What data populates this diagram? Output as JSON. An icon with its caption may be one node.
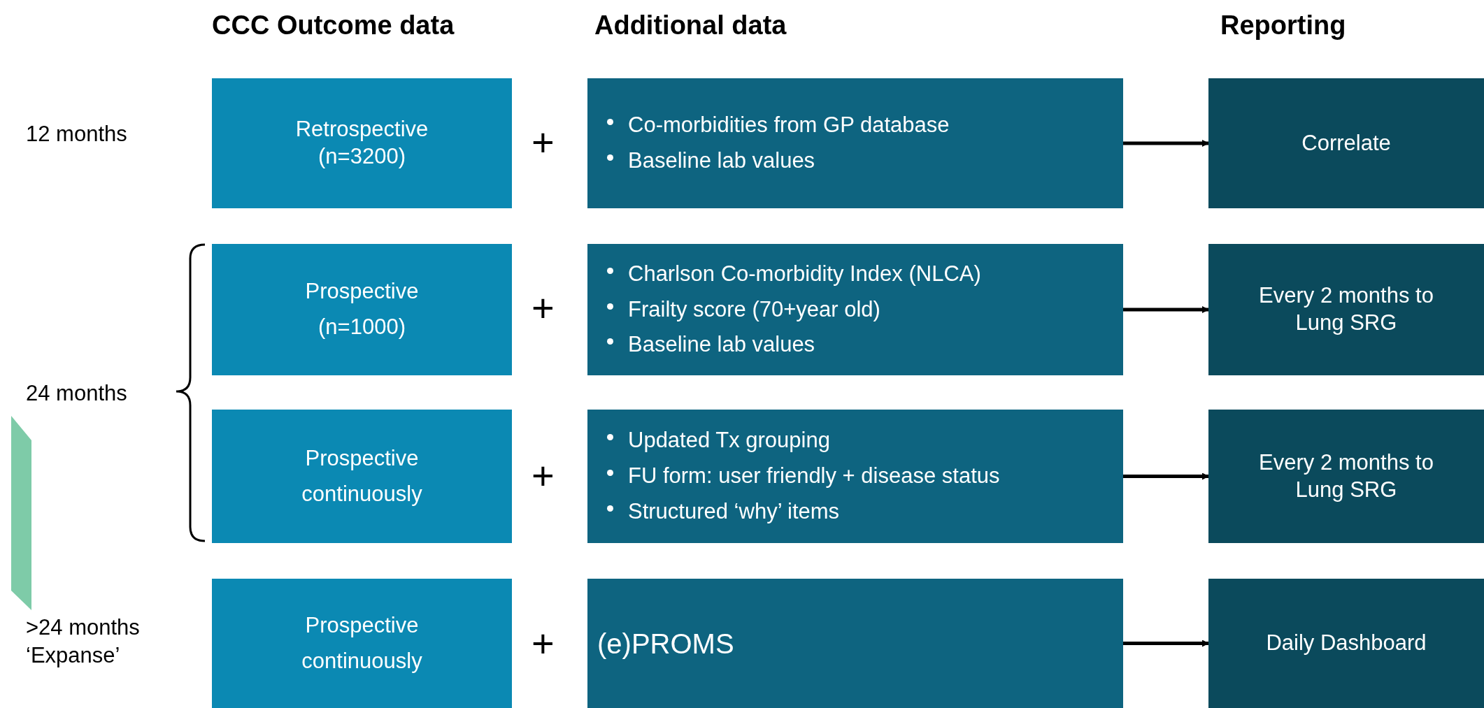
{
  "diagram": {
    "nodes": [
      {
        "text": [
          "Retrospective (n=3200)"
        ]
      },
      {
        "text": [
          "Co-morbidities from GP database",
          "Baseline lab values"
        ]
      },
      {
        "text": [
          "Correlate"
        ]
      },
      {
        "text": [
          "Prospective",
          "(n=1000)"
        ]
      },
      {
        "text": [
          "Charlson Co-morbidity Index (NLCA)",
          "Frailty score (70+year old)",
          "Baseline lab values"
        ]
      },
      {
        "text": [
          "Every 2 months to Lung SRG"
        ]
      },
      {
        "text": [
          "Prospective",
          "continuously"
        ]
      },
      {
        "text": [
          "Updated Tx grouping",
          "FU form: user friendly + disease status",
          "Structured ‘why’ items"
        ]
      },
      {
        "text": [
          "Every 2 months to Lung SRG"
        ]
      },
      {
        "text": [
          "Prospective",
          "continuously"
        ]
      },
      {
        "text": [
          "(e)PROMS"
        ]
      },
      {
        "text": [
          "Daily Dashboard"
        ]
      },
      {
        "text": [],
        "shape": "box"
      }
    ],
    "edges": [
      {
        "from": 1,
        "to": 2,
        "arrow": "to"
      },
      {
        "from": 4,
        "to": 5,
        "arrow": "to"
      },
      {
        "from": 7,
        "to": 8,
        "arrow": "to"
      },
      {
        "from": 10,
        "to": 11,
        "arrow": "to"
      }
    ],
    "labels": [
      "CCC Outcome data",
      "Additional data",
      "Reporting",
      "12 months",
      "+",
      "24 months",
      "+",
      "+",
      ">24 months ‘Expanse’",
      "+"
    ]
  }
}
